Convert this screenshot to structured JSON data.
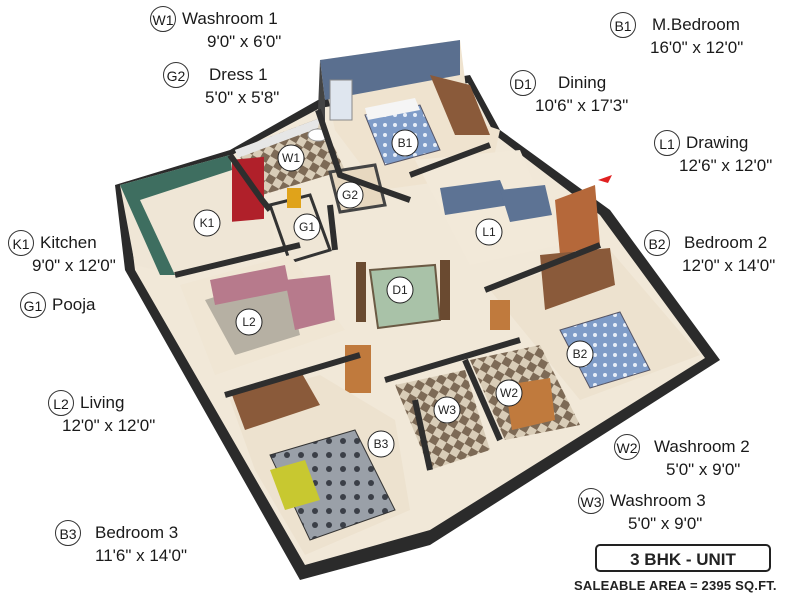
{
  "legend": {
    "W1": {
      "code": "W1",
      "name": "Washroom 1",
      "dim": "9'0\" x 6'0\""
    },
    "G2": {
      "code": "G2",
      "name": "Dress 1",
      "dim": "5'0\" x 5'8\""
    },
    "K1": {
      "code": "K1",
      "name": "Kitchen",
      "dim": "9'0\" x 12'0\""
    },
    "G1": {
      "code": "G1",
      "name": "Pooja"
    },
    "L2": {
      "code": "L2",
      "name": "Living",
      "dim": "12'0\" x 12'0\""
    },
    "B3": {
      "code": "B3",
      "name": "Bedroom 3",
      "dim": "11'6\" x 14'0\""
    },
    "B1": {
      "code": "B1",
      "name": "M.Bedroom",
      "dim": "16'0\" x 12'0\""
    },
    "D1": {
      "code": "D1",
      "name": "Dining",
      "dim": "10'6\" x 17'3\""
    },
    "L1": {
      "code": "L1",
      "name": "Drawing",
      "dim": "12'6\" x 12'0\""
    },
    "B2": {
      "code": "B2",
      "name": "Bedroom 2",
      "dim": "12'0\" x 14'0\""
    },
    "W2": {
      "code": "W2",
      "name": "Washroom 2",
      "dim": "5'0\" x 9'0\""
    },
    "W3": {
      "code": "W3",
      "name": "Washroom 3",
      "dim": "5'0\" x 9'0\""
    }
  },
  "unit_title": "3 BHK - UNIT",
  "saleable_area": "SALEABLE AREA = 2395 SQ.FT.",
  "colors": {
    "wall": "#3a3a3a",
    "floor": "#efe6d6",
    "wash_tile": "#8c7a66",
    "accent_bedroom_wall": "#5a6f8f",
    "entry_arrow": "#e02020"
  }
}
